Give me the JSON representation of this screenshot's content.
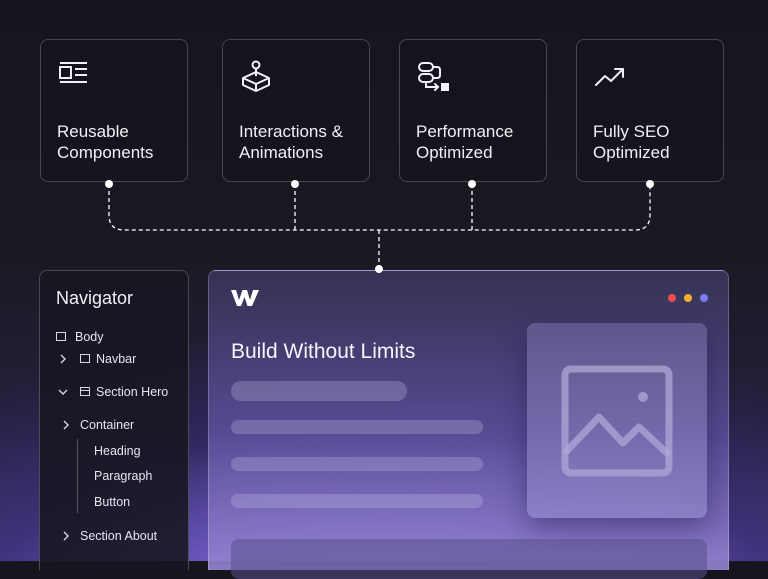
{
  "features": [
    {
      "label": "Reusable\nComponents",
      "icon": "components-icon"
    },
    {
      "label": "Interactions &\nAnimations",
      "icon": "interaction-icon"
    },
    {
      "label": "Performance\nOptimized",
      "icon": "workflow-icon"
    },
    {
      "label": "Fully SEO\nOptimized",
      "icon": "trending-up-icon"
    }
  ],
  "navigator": {
    "title": "Navigator",
    "items": [
      {
        "label": "Body"
      },
      {
        "label": "Navbar"
      },
      {
        "label": "Section Hero"
      },
      {
        "label": "Container"
      },
      {
        "label": "Heading"
      },
      {
        "label": "Paragraph"
      },
      {
        "label": "Button"
      },
      {
        "label": "Section About"
      }
    ]
  },
  "canvas": {
    "logo_icon": "webflow-logo-icon",
    "window_dots": [
      "#f04c4c",
      "#f2b02e",
      "#7a7ff5"
    ],
    "headline": "Build Without Limits",
    "image_placeholder_icon": "image-placeholder-icon"
  },
  "colors": {
    "background": "#16151d",
    "accent": "#7a62d6"
  }
}
